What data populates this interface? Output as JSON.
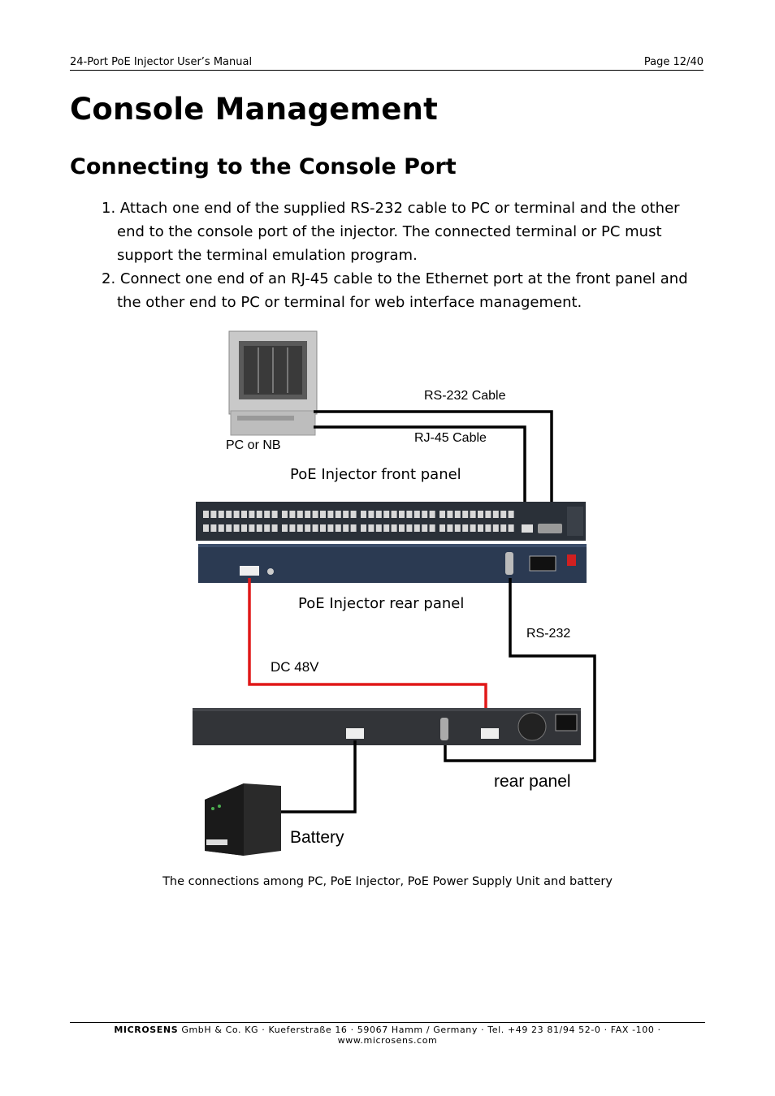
{
  "header": {
    "left": "24-Port PoE Injector User’s Manual",
    "right": "Page 12/40"
  },
  "title": "Console Management",
  "section_title": "Connecting to the Console Port",
  "steps": [
    "1. Attach one end of the supplied RS-232 cable to PC or terminal and the other end to the console port of the injector. The connected terminal or PC must support the terminal emulation program.",
    "2. Connect one end of an RJ-45 cable to the Ethernet port at the front panel and the other end to PC or terminal for web interface management."
  ],
  "figure": {
    "pc_label": "PC or NB",
    "rs232_cable_label": "RS-232 Cable",
    "rj45_cable_label": "RJ-45 Cable",
    "front_panel_label": "PoE Injector front panel",
    "rear_panel_label": "PoE Injector rear panel",
    "rs232_label": "RS-232",
    "dc_label": "DC 48V",
    "psu_rear_panel_label": "rear panel",
    "battery_label": "Battery",
    "colors": {
      "dc_line": "#e01818",
      "cable": "#000000",
      "panel": "#2a3038"
    }
  },
  "caption": "The connections among PC, PoE Injector, PoE Power Supply Unit and battery",
  "footer": {
    "company": "MICROSENS",
    "rest": " GmbH & Co. KG · Kueferstraße 16 · 59067 Hamm / Germany · Tel. +49 23 81/94 52-0 · FAX -100 · www.microsens.com"
  }
}
